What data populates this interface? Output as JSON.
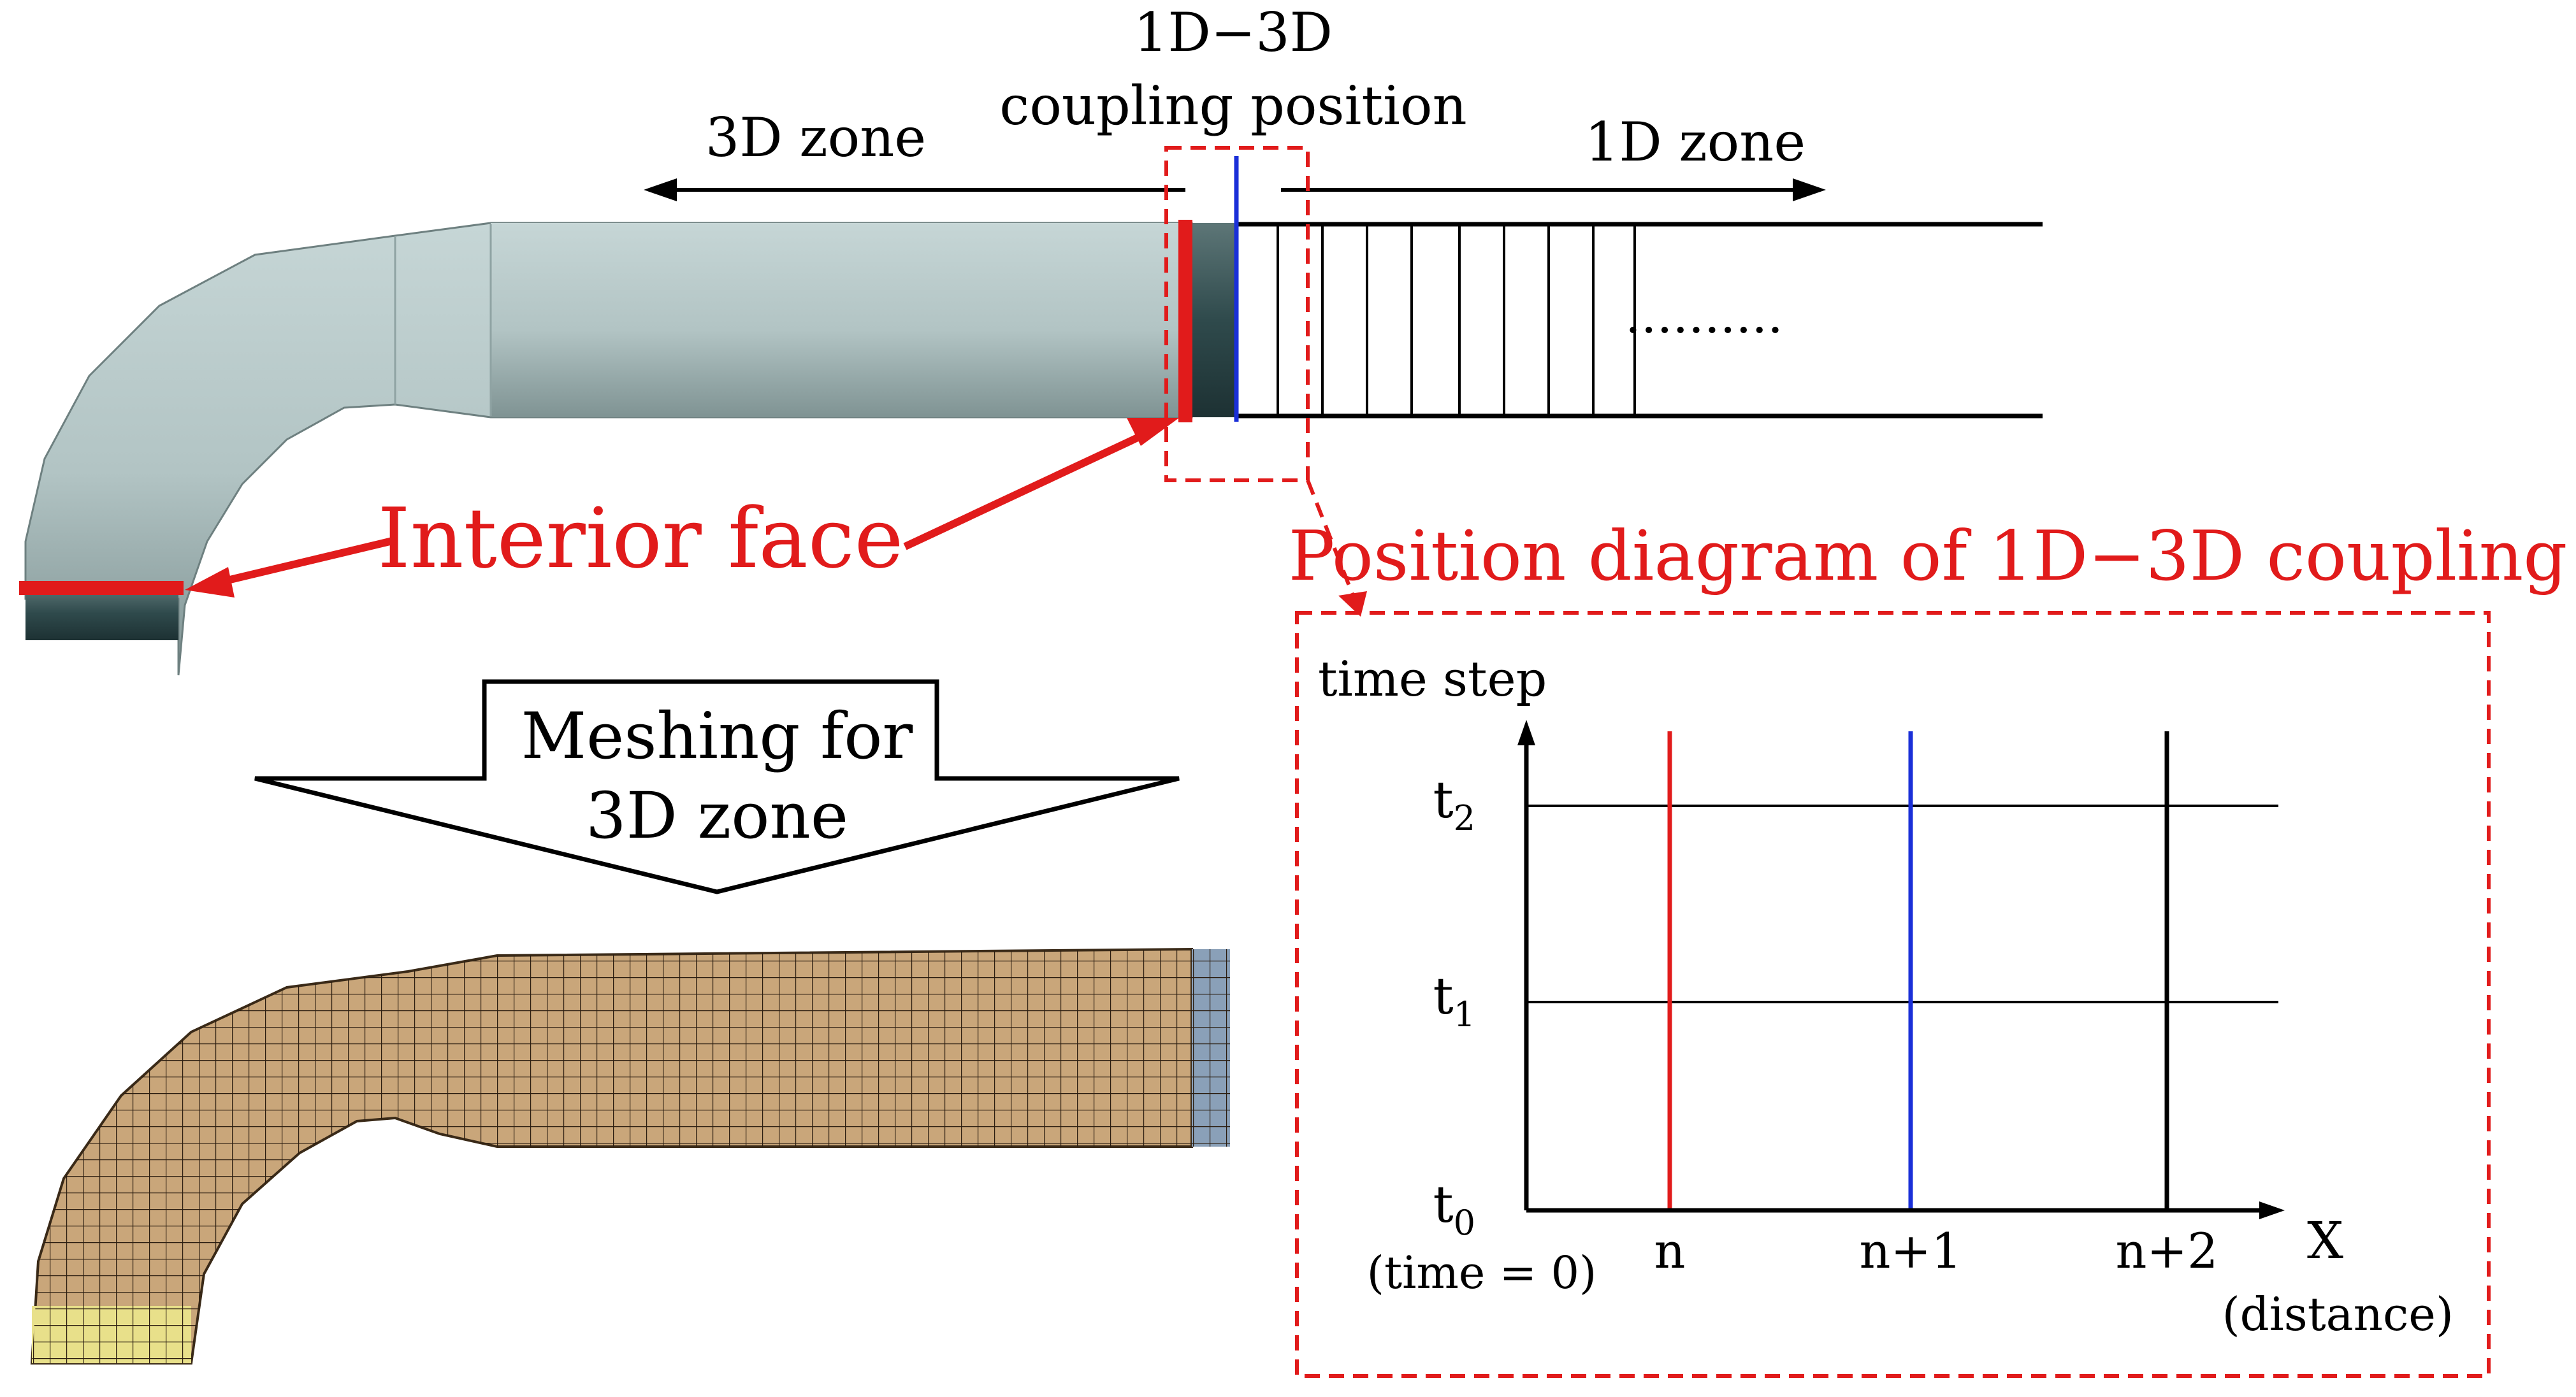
{
  "colors": {
    "pipe_fill": "#b5c7c7",
    "pipe_shade": "#8fa3a3",
    "pipe_edge": "#6e8080",
    "dark_band": "#2f4a4c",
    "accent_red": "#e11b1b",
    "accent_blue": "#1a2fd8",
    "mesh_fill": "#c9a67a",
    "mesh_end": "#8aa0b8",
    "mesh_inlet": "#e8e08a",
    "line": "#000000"
  },
  "labels": {
    "coupling_line1": "1D−3D",
    "coupling_line2": "coupling position",
    "zone_3d": "3D zone",
    "zone_1d": "1D zone",
    "dots": "..........",
    "interior_face": "Interior face",
    "position_title": "Position diagram of 1D−3D coupling",
    "arrow_line1": "Meshing for",
    "arrow_line2": "3D zone"
  },
  "timing_diagram": {
    "y_axis_label": "time step",
    "x_axis_label": "X",
    "x_axis_sublabel": "(distance)",
    "time_rows": [
      {
        "base": "t",
        "sub": "2"
      },
      {
        "base": "t",
        "sub": "1"
      },
      {
        "base": "t",
        "sub": "0",
        "note": "(time = 0)"
      }
    ],
    "node_columns": [
      {
        "label": "n",
        "color": "#e11b1b"
      },
      {
        "label": "n+1",
        "color": "#1a2fd8"
      },
      {
        "label": "n+2",
        "color": "#000000"
      }
    ]
  }
}
